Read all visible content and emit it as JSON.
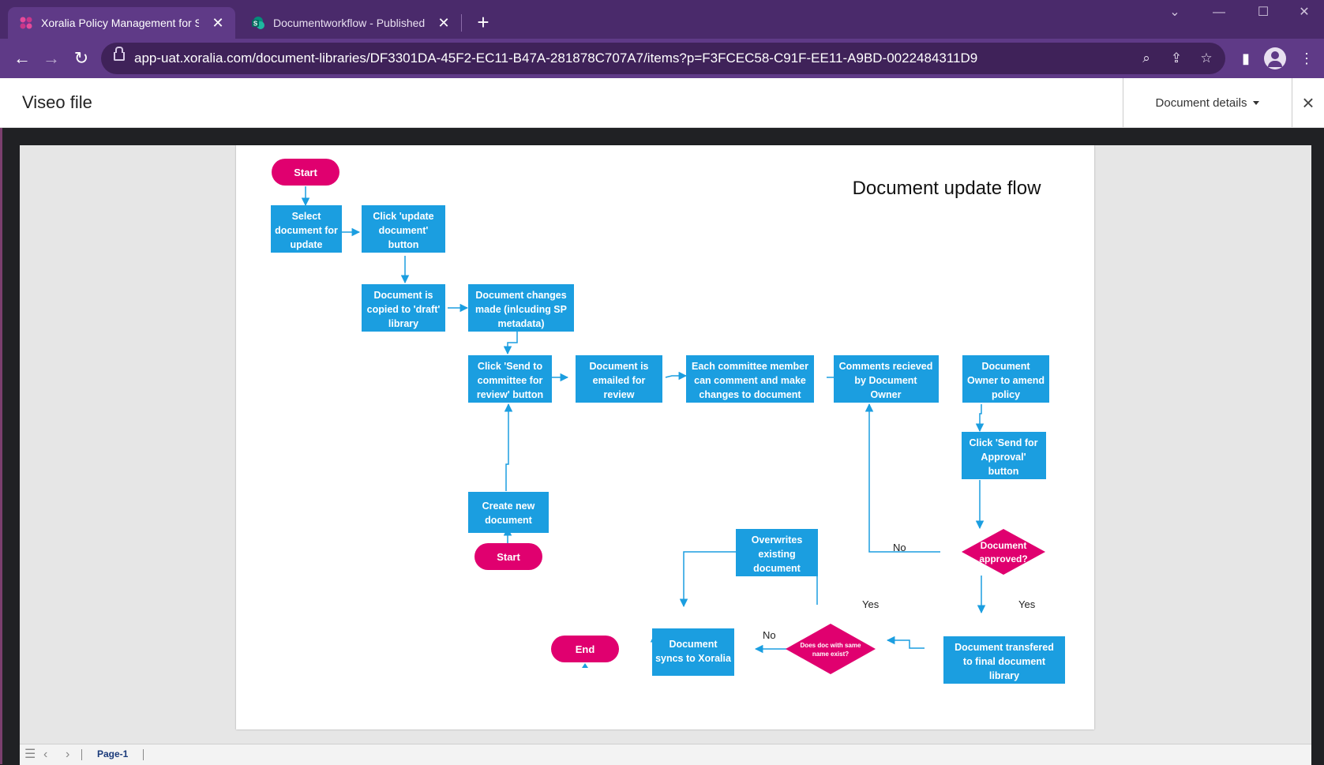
{
  "browser": {
    "tabs": [
      {
        "title": "Xoralia Policy Management for SharePoint",
        "active": true,
        "icon": "xoralia-logo-icon"
      },
      {
        "title": "Documentworkflow - Published",
        "active": false,
        "icon": "sharepoint-icon"
      }
    ],
    "url": "app-uat.xoralia.com/document-libraries/DF3301DA-45F2-EC11-B47A-281878C707A7/items?p=F3FCEC58-C91F-EE11-A9BD-0022484311D9",
    "new_tab": "+",
    "icons": [
      "back-icon",
      "forward-icon",
      "reload-icon",
      "lock-icon",
      "zoom-icon",
      "share-icon",
      "bookmark-star-icon",
      "side-panel-icon",
      "profile-icon",
      "menu-icon"
    ],
    "colors": {
      "frame": "#4a2a6b",
      "active_tab": "#5f3a87"
    }
  },
  "app": {
    "title": "Viseo file",
    "details_button": "Document details",
    "close": "×"
  },
  "diagram": {
    "title": "Document update flow",
    "colors": {
      "process": "#1b9ee0",
      "terminator": "#e0006f",
      "decision": "#e0006f",
      "arrow": "#1b9ee0"
    },
    "nodes": {
      "start1": "Start",
      "select": [
        "Select",
        "document for",
        "update"
      ],
      "click_update": [
        "Click 'update",
        "document'",
        "button"
      ],
      "copied": [
        "Document is",
        "copied to 'draft'",
        "library"
      ],
      "changes": [
        "Document changes",
        "made (inlcuding SP",
        "metadata)"
      ],
      "send_committee": [
        "Click 'Send to",
        "committee for",
        "review' button"
      ],
      "emailed": [
        "Document is",
        "emailed for",
        "review"
      ],
      "committee": [
        "Each committee member",
        "can comment and make",
        "changes to document"
      ],
      "comments": [
        "Comments recieved",
        "by Document",
        "Owner"
      ],
      "amend": [
        "Document",
        "Owner to amend",
        "policy"
      ],
      "send_approval": [
        "Click 'Send for",
        "Approval'",
        "button"
      ],
      "approved": [
        "Document",
        "approved?"
      ],
      "create_new": [
        "Create new",
        "document"
      ],
      "start2": "Start",
      "overwrites": [
        "Overwrites",
        "existing",
        "document"
      ],
      "syncs": [
        "Document",
        "syncs to Xoralia"
      ],
      "end": "End",
      "same_name": [
        "Does doc with same",
        "name exist?"
      ],
      "transferred": [
        "Document transfered",
        "to final document",
        "library"
      ]
    },
    "labels": {
      "no1": "No",
      "yes1": "Yes",
      "yes2": "Yes",
      "no2": "No"
    }
  },
  "statusbar": {
    "page_tab": "Page-1"
  }
}
